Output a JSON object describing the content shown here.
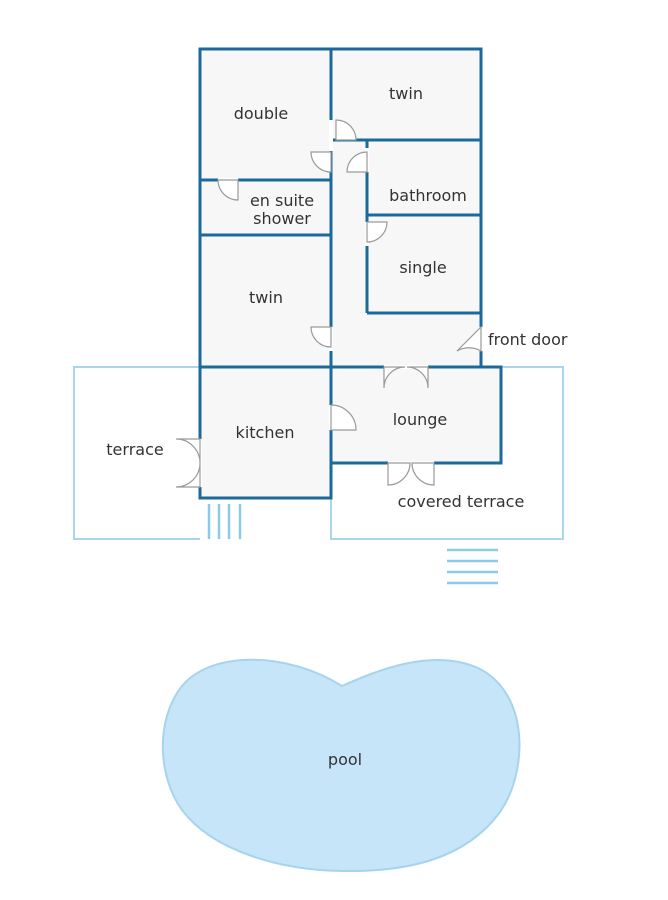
{
  "colors": {
    "wall": "#1b6a99",
    "outdoor_outline": "#a9d6ea",
    "room_fill": "#f7f7f7",
    "pool_fill": "#c6e5f8",
    "label_text": "#333333"
  },
  "rooms": {
    "double": "double",
    "twin_top": "twin",
    "ensuite_line1": "en suite",
    "ensuite_line2": "shower",
    "bathroom": "bathroom",
    "single": "single",
    "twin_middle": "twin",
    "front_door": "front door",
    "kitchen": "kitchen",
    "lounge": "lounge",
    "terrace": "terrace",
    "covered_terrace": "covered terrace",
    "pool": "pool"
  }
}
